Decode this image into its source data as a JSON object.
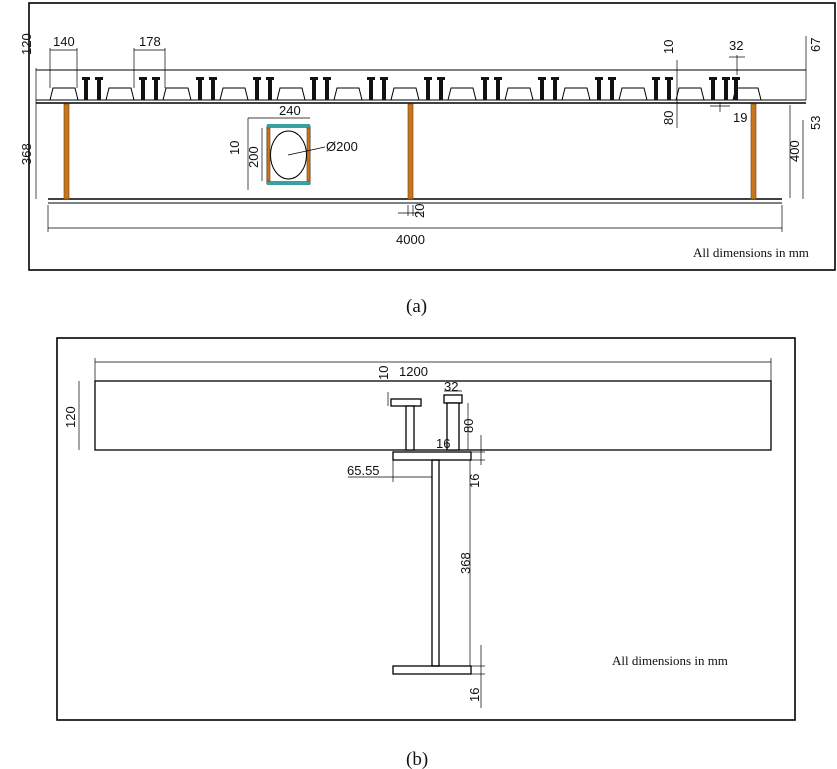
{
  "panel_a": {
    "caption": "(a)",
    "note": "All dimensions  in mm",
    "dims": {
      "slab_depth": "120",
      "rib_width": "140",
      "rib_spacing": "178",
      "deck_thickness": "10",
      "stud_width": "32",
      "top_offset": "67",
      "stud_height": "80",
      "stud_gap": "19",
      "right_depth": "53",
      "web_height": "368",
      "beam_depth": "400",
      "opening_width": "240",
      "stiffener": "10",
      "opening_height": "200",
      "opening_diameter": "Ø200",
      "gap": "20",
      "span": "4000"
    }
  },
  "panel_b": {
    "caption": "(b)",
    "note": "All dimensions in mm",
    "dims": {
      "slab_width": "1200",
      "slab_depth": "120",
      "plate_thickness": "10",
      "stud_width": "32",
      "stud_height": "80",
      "weld": "16",
      "flange_outstand": "65.55",
      "top_flange": "16",
      "web_height": "368",
      "bottom_flange": "16"
    }
  }
}
